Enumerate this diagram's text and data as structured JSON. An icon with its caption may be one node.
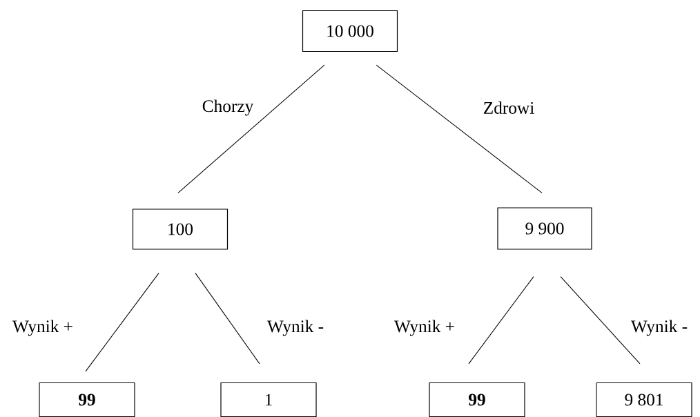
{
  "diagram": {
    "nodes": [
      {
        "text": [
          "10 000"
        ]
      },
      {
        "text": [
          "100"
        ]
      },
      {
        "text": [
          "9 900"
        ]
      },
      {
        "text": [
          "99"
        ]
      },
      {
        "text": [
          "1"
        ]
      },
      {
        "text": [
          "99"
        ]
      },
      {
        "text": [
          "9 801"
        ]
      }
    ],
    "edges": [
      {
        "from": 0,
        "to": 1,
        "arrow": "none",
        "label": "Chorzy"
      },
      {
        "from": 0,
        "to": 2,
        "arrow": "none",
        "label": "Zdrowi"
      },
      {
        "from": 1,
        "to": 3,
        "arrow": "none",
        "label": "Wynik +"
      },
      {
        "from": 1,
        "to": 4,
        "arrow": "none",
        "label": "Wynik -"
      },
      {
        "from": 2,
        "to": 5,
        "arrow": "none",
        "label": "Wynik +"
      },
      {
        "from": 2,
        "to": 6,
        "arrow": "none",
        "label": "Wynik -"
      }
    ]
  }
}
